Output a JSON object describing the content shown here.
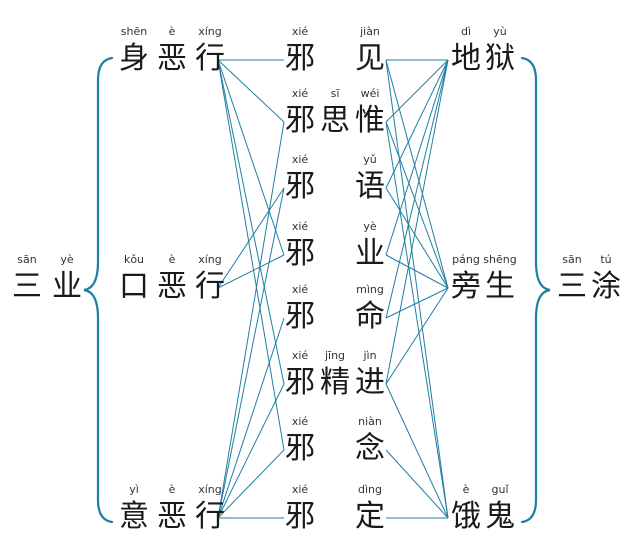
{
  "colors": {
    "line": "#1f7fa3",
    "text": "#1a1a1a"
  },
  "left_group": {
    "name": {
      "chars": [
        {
          "py": "sān",
          "hz": "三"
        },
        {
          "py": "yè",
          "hz": "业"
        }
      ]
    },
    "items": [
      {
        "chars": [
          {
            "py": "shēn",
            "hz": "身"
          },
          {
            "py": "è",
            "hz": "恶"
          },
          {
            "py": "xíng",
            "hz": "行"
          }
        ]
      },
      {
        "chars": [
          {
            "py": "kǒu",
            "hz": "口"
          },
          {
            "py": "è",
            "hz": "恶"
          },
          {
            "py": "xíng",
            "hz": "行"
          }
        ]
      },
      {
        "chars": [
          {
            "py": "yì",
            "hz": "意"
          },
          {
            "py": "è",
            "hz": "恶"
          },
          {
            "py": "xíng",
            "hz": "行"
          }
        ]
      }
    ]
  },
  "middle_items": [
    {
      "chars": [
        {
          "py": "xié",
          "hz": "邪"
        },
        {
          "py": "jiàn",
          "hz": "见"
        }
      ]
    },
    {
      "chars": [
        {
          "py": "xié",
          "hz": "邪"
        },
        {
          "py": "sī",
          "hz": "思"
        },
        {
          "py": "wéi",
          "hz": "惟"
        }
      ]
    },
    {
      "chars": [
        {
          "py": "xié",
          "hz": "邪"
        },
        {
          "py": "yǔ",
          "hz": "语"
        }
      ]
    },
    {
      "chars": [
        {
          "py": "xié",
          "hz": "邪"
        },
        {
          "py": "yè",
          "hz": "业"
        }
      ]
    },
    {
      "chars": [
        {
          "py": "xié",
          "hz": "邪"
        },
        {
          "py": "mìng",
          "hz": "命"
        }
      ]
    },
    {
      "chars": [
        {
          "py": "xié",
          "hz": "邪"
        },
        {
          "py": "jīng",
          "hz": "精"
        },
        {
          "py": "jìn",
          "hz": "进"
        }
      ]
    },
    {
      "chars": [
        {
          "py": "xié",
          "hz": "邪"
        },
        {
          "py": "niàn",
          "hz": "念"
        }
      ]
    },
    {
      "chars": [
        {
          "py": "xié",
          "hz": "邪"
        },
        {
          "py": "dìng",
          "hz": "定"
        }
      ]
    }
  ],
  "right_group": {
    "items": [
      {
        "chars": [
          {
            "py": "dì",
            "hz": "地"
          },
          {
            "py": "yù",
            "hz": "狱"
          }
        ]
      },
      {
        "chars": [
          {
            "py": "páng",
            "hz": "旁"
          },
          {
            "py": "shēng",
            "hz": "生"
          }
        ]
      },
      {
        "chars": [
          {
            "py": "è",
            "hz": "饿"
          },
          {
            "py": "guǐ",
            "hz": "鬼"
          }
        ]
      }
    ],
    "name": {
      "chars": [
        {
          "py": "sān",
          "hz": "三"
        },
        {
          "py": "tú",
          "hz": "涂"
        }
      ]
    }
  },
  "left_links": [
    [
      0,
      0
    ],
    [
      0,
      1
    ],
    [
      0,
      3
    ],
    [
      0,
      5
    ],
    [
      0,
      6
    ],
    [
      1,
      2
    ],
    [
      1,
      3
    ],
    [
      2,
      1
    ],
    [
      2,
      2
    ],
    [
      2,
      4
    ],
    [
      2,
      5
    ],
    [
      2,
      6
    ],
    [
      2,
      7
    ]
  ],
  "right_links": [
    [
      0,
      0
    ],
    [
      0,
      1
    ],
    [
      0,
      2
    ],
    [
      1,
      0
    ],
    [
      1,
      1
    ],
    [
      1,
      2
    ],
    [
      2,
      0
    ],
    [
      2,
      1
    ],
    [
      3,
      0
    ],
    [
      3,
      1
    ],
    [
      4,
      0
    ],
    [
      4,
      1
    ],
    [
      5,
      0
    ],
    [
      5,
      1
    ],
    [
      5,
      2
    ],
    [
      6,
      2
    ],
    [
      7,
      2
    ]
  ]
}
